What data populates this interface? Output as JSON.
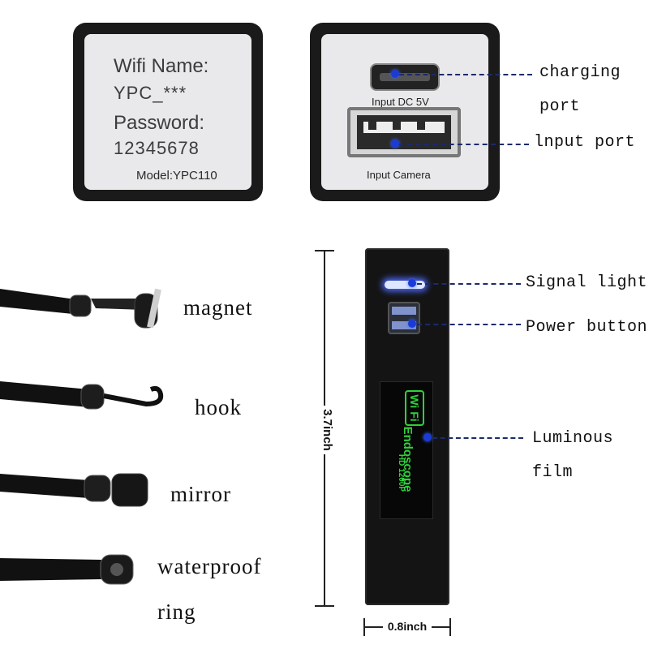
{
  "wifi_label": {
    "wifi_name_title": "Wifi Name:",
    "wifi_name_value": "YPC_***",
    "password_title": "Password:",
    "password_value": "12345678",
    "model": "Model:YPC110"
  },
  "ports_panel": {
    "input_dc": "Input DC 5V",
    "input_camera": "Input Camera"
  },
  "callouts": {
    "charging_port_line1": "charging",
    "charging_port_line2": "port",
    "input_port": "lnput port",
    "signal_light": "Signal light",
    "power_button": "Power button",
    "luminous_film_line1": "Luminous",
    "luminous_film_line2": "film"
  },
  "tips": {
    "magnet": "magnet",
    "hook": "hook",
    "mirror": "mirror",
    "waterproof_line1": "waterproof",
    "waterproof_line2": "ring"
  },
  "dimensions": {
    "height": "3.7inch",
    "width": "0.8inch"
  },
  "device_film": {
    "wifi_logo": "Wi Fi",
    "product_name": "Endoscope",
    "resolution": "HD 1200P"
  },
  "colors": {
    "accent_blue": "#1c3bd6",
    "dash_line": "#1b2a6b",
    "film_green": "#2fd13a",
    "device_black": "#141414"
  }
}
